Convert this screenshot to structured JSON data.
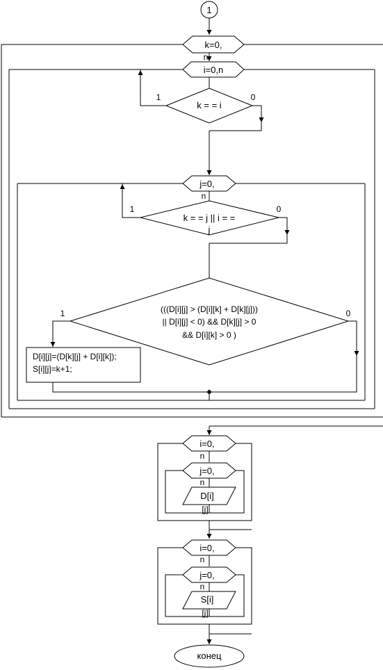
{
  "connector": {
    "label": "1"
  },
  "loop_k": {
    "header": "k=0,",
    "bound": "n"
  },
  "loop_i1": {
    "header": "i=0,n"
  },
  "cond_k_eq_i": {
    "text": "k = = i",
    "yes": "1",
    "no": "0"
  },
  "loop_j1": {
    "header": "j=0,",
    "bound": "n"
  },
  "cond_k_eq_j": {
    "line1": "k = = j || i = =",
    "line2": "j",
    "yes": "1",
    "no": "0"
  },
  "cond_main": {
    "line1": "(((D[i][j] > (D[i][k] + D[k][j]))",
    "line2": "|| D[i][j] < 0)  && D[k][j] > 0",
    "line3": "&& D[i][k] > 0 )",
    "yes": "1",
    "no": "0"
  },
  "assign": {
    "line1": "D[i][j]=(D[k][j] + D[i][k]);",
    "line2": "S[i][j]=k+1;"
  },
  "out_d": {
    "loop_i": "i=0,",
    "bound_i": "n",
    "loop_j": "j=0,",
    "bound_j": "n",
    "io_line1": "D[i]",
    "io_line2": "[j]"
  },
  "out_s": {
    "loop_i": "i=0,",
    "bound_i": "n",
    "loop_j": "j=0,",
    "bound_j": "n",
    "io_line1": "S[i]",
    "io_line2": "[j]"
  },
  "end": {
    "label": "конец"
  }
}
